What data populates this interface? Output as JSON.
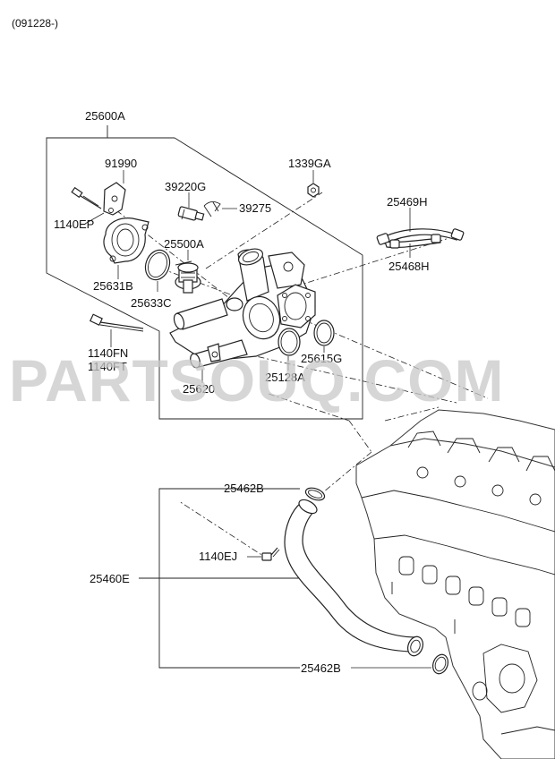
{
  "header": {
    "serial_range": "(091228-)"
  },
  "watermark": {
    "text": "PARTSOUQ.COM"
  },
  "callouts": {
    "assembly": "25600A",
    "bracket": "91990",
    "bracket_bolt": "1140EP",
    "sensor": "39220G",
    "clip": "39275",
    "nut": "1339GA",
    "hose_upper": "25469H",
    "hose_lower": "25468H",
    "thermostat": "25500A",
    "cover": "25631B",
    "cover_gasket": "25633C",
    "long_bolt_a": "1140FN",
    "long_bolt_b": "1140FT",
    "housing_gasket": "25615G",
    "oring": "25128A",
    "pipe": "25620",
    "hose_clamp_top": "25462B",
    "hose_bolt": "1140EJ",
    "hose": "25460E",
    "hose_clamp_bottom": "25462B"
  }
}
